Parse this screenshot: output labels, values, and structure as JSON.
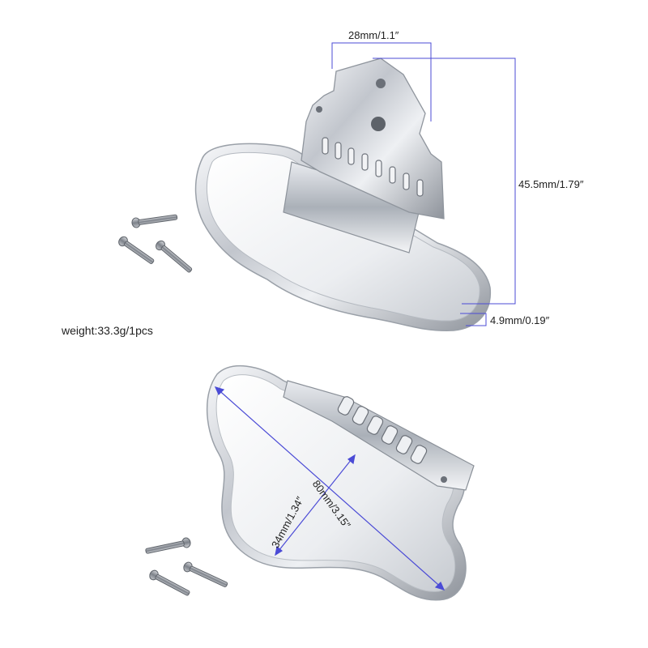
{
  "labels": {
    "weight": "weight:33.3g/1pcs",
    "width_top": "28mm/1.1″",
    "height": "45.5mm/1.79″",
    "depth": "4.9mm/0.19″",
    "length": "80mm/3.15″",
    "width_bottom": "34mm/1.34″"
  },
  "colors": {
    "dimension_line": "#4b4bd6",
    "chrome": "#c9ccd2",
    "background": "#ffffff"
  }
}
